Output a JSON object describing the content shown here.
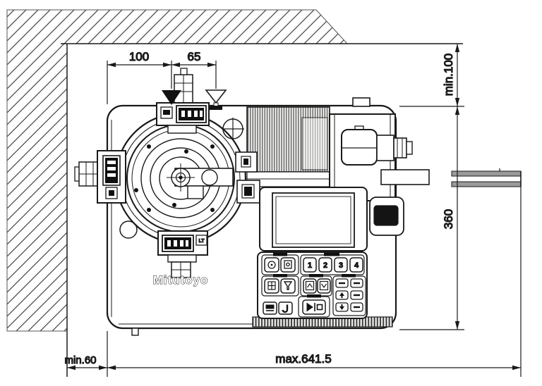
{
  "diagram": {
    "type": "installation-dimension-drawing",
    "brand": "Mitutoyo",
    "dimensions": {
      "top_left": "100",
      "top_right": "65",
      "right_upper": "min.100",
      "right_lower": "360",
      "bottom_left": "min.60",
      "bottom_right": "max.641.5"
    },
    "keypad": {
      "digit_keys": [
        "1",
        "2",
        "3",
        "4"
      ],
      "icon_keys": [
        "turntable-icon",
        "centering-icon",
        "leveling-icon",
        "detector-icon",
        "chevron-up-icon",
        "chevron-down-icon",
        "up-arrow-icon",
        "down-arrow-icon",
        "minus-icon",
        "print-icon",
        "power-icon",
        "start-stop-icon"
      ]
    },
    "micrometer": {
      "badge": "LT"
    },
    "colors": {
      "line": "#1a1a1a",
      "background": "#ffffff",
      "wall_hatch": "#444444"
    }
  }
}
